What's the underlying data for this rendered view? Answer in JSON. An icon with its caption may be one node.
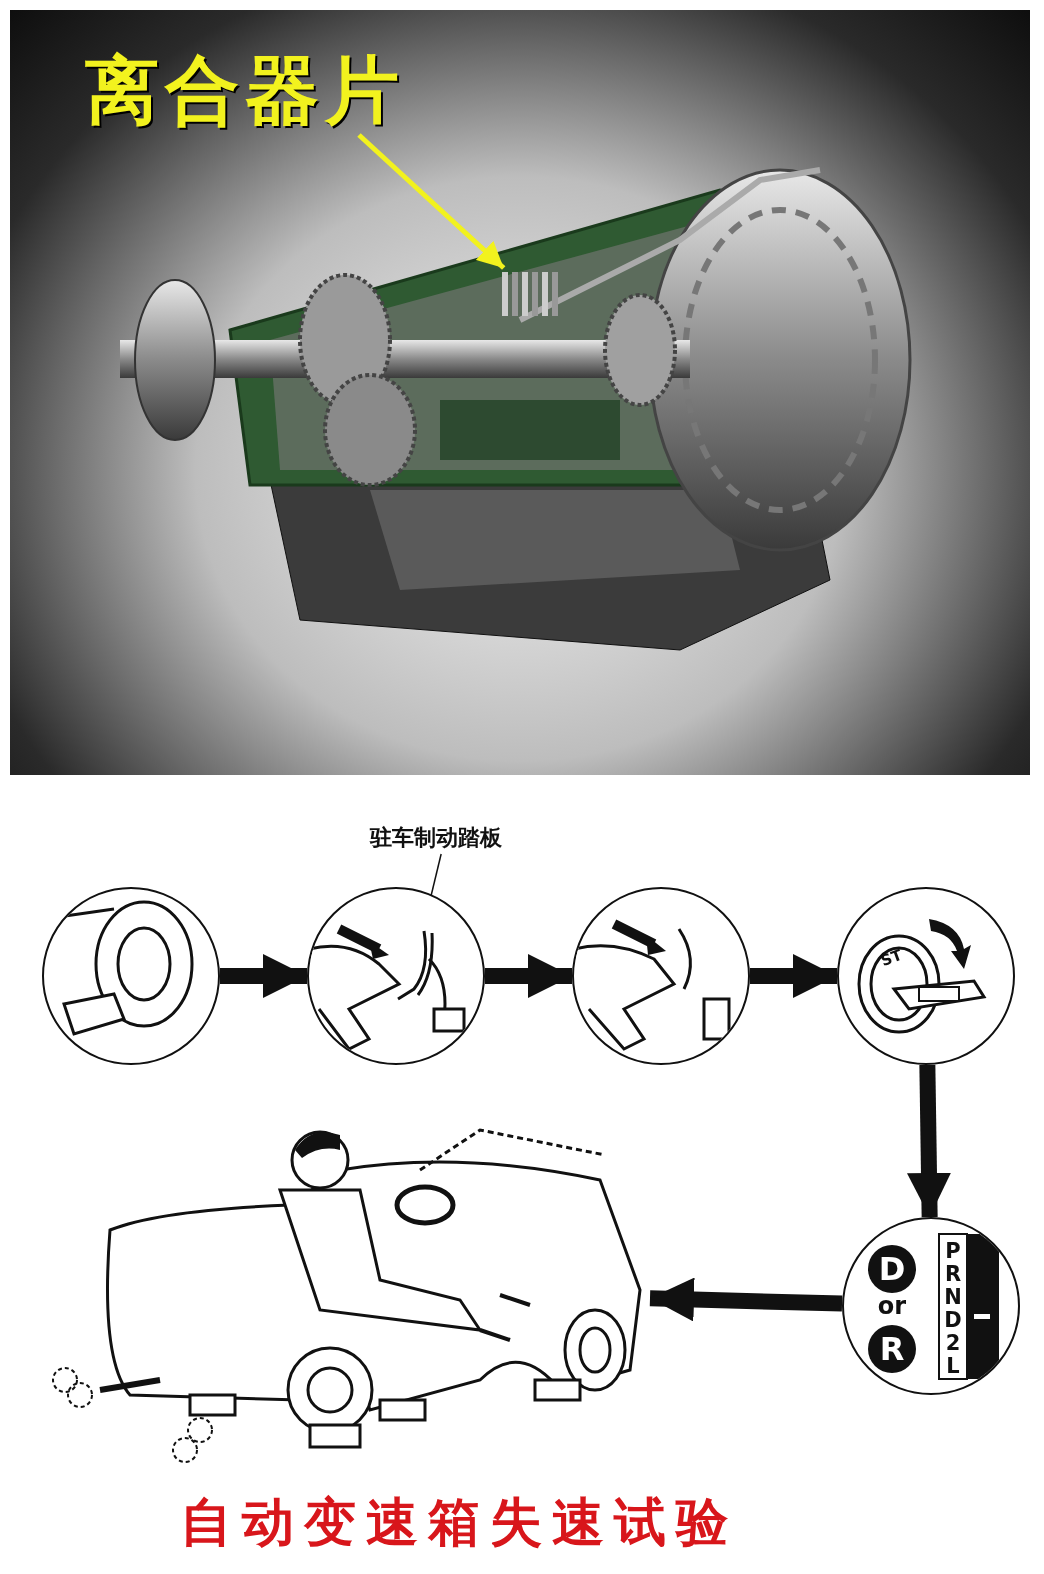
{
  "diagram": {
    "caption": "自动变速箱失速试验",
    "nodes": [
      {
        "text": [
          "离合器片"
        ]
      },
      {
        "text": [],
        "shape": "picture"
      },
      {
        "text": [],
        "shape": "picture",
        "in": 1
      },
      {
        "text": [
          "驻车制动踏板"
        ]
      },
      {
        "text": [],
        "shape": "circle"
      },
      {
        "text": [],
        "shape": "circle"
      },
      {
        "text": [],
        "shape": "picture",
        "in": 5
      },
      {
        "text": [],
        "shape": "circle"
      },
      {
        "text": [
          "ST"
        ]
      },
      {
        "text": [
          "D",
          "or",
          "R",
          "PRND2L"
        ]
      },
      {
        "text": [],
        "shape": "picture"
      }
    ],
    "edges": [
      {
        "from": 0,
        "to": 2,
        "arrow": "to",
        "color": "#f2f21e"
      },
      {
        "from": 3,
        "to": 6,
        "arrow": "none"
      },
      {
        "from": 4,
        "to": 5,
        "arrow": "to"
      },
      {
        "from": 5,
        "to": 7,
        "arrow": "to"
      },
      {
        "from": 7,
        "to": 8,
        "arrow": "to"
      },
      {
        "from": 8,
        "to": 9,
        "arrow": "to"
      },
      {
        "from": 9,
        "to": 10,
        "arrow": "to"
      }
    ]
  }
}
